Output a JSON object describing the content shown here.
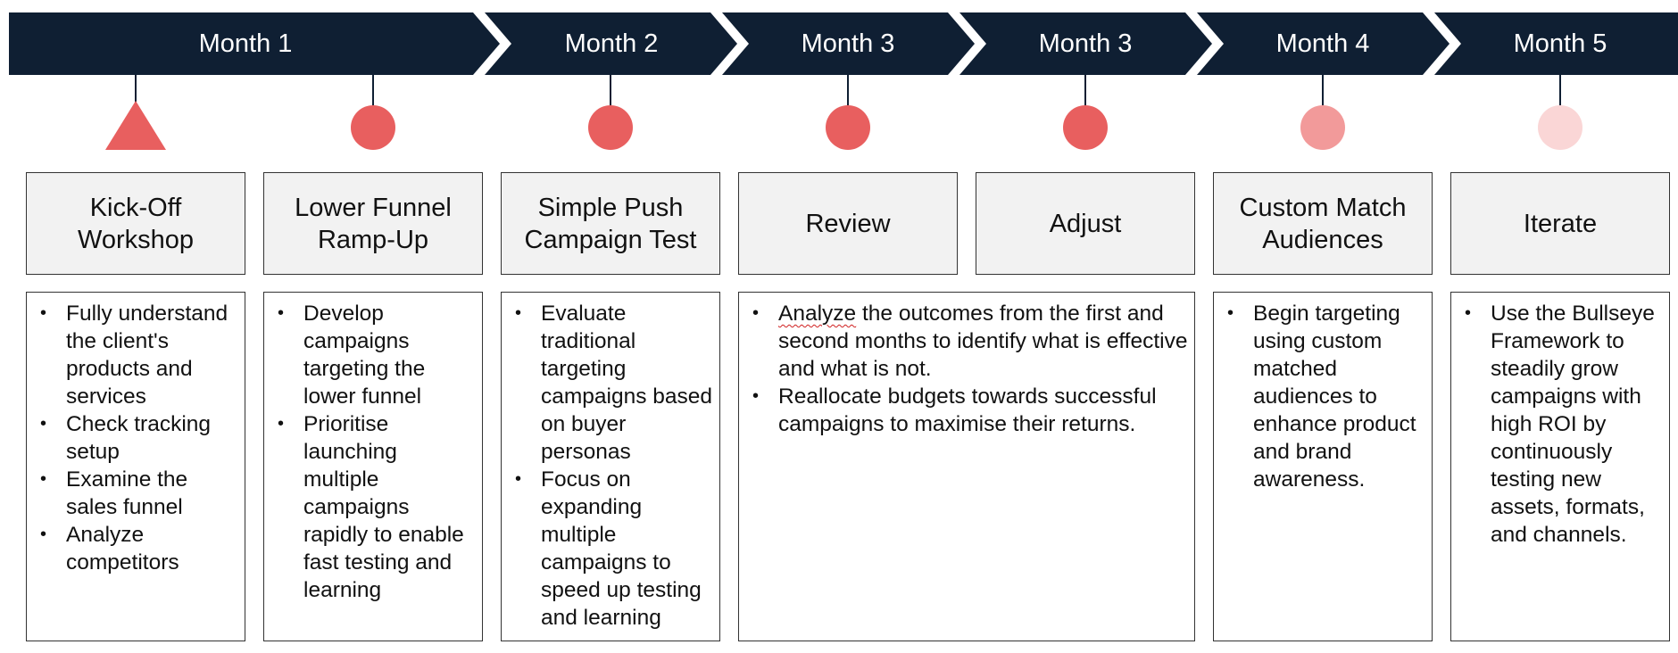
{
  "colors": {
    "banner": "#0f1f33",
    "marker_strong": "#e85f5f",
    "marker_medium": "#f29a9a",
    "marker_light": "#fad6d6",
    "title_box_fill": "#f2f2f2"
  },
  "months": [
    {
      "label": "Month 1"
    },
    {
      "label": "Month 2"
    },
    {
      "label": "Month 3"
    },
    {
      "label": "Month 3"
    },
    {
      "label": "Month 4"
    },
    {
      "label": "Month 5"
    }
  ],
  "phases": [
    {
      "title": "Kick-Off\nWorkshop",
      "marker": "triangle",
      "bullets": [
        "Fully understand the client's products and services",
        "Check tracking setup",
        "Examine the sales funnel",
        "Analyze competitors"
      ]
    },
    {
      "title": "Lower Funnel\nRamp-Up",
      "marker": "circle",
      "bullets": [
        "Develop campaigns targeting the lower funnel",
        "Prioritise launching multiple campaigns rapidly to enable fast testing and learning"
      ]
    },
    {
      "title": "Simple Push\nCampaign Test",
      "marker": "circle",
      "bullets": [
        "Evaluate traditional targeting campaigns based on buyer personas",
        "Focus on expanding multiple campaigns to speed up testing and learning"
      ]
    },
    {
      "title": "Review",
      "marker": "circle"
    },
    {
      "title": "Adjust",
      "marker": "circle"
    },
    {
      "title": "Custom Match\nAudiences",
      "marker": "circle",
      "bullets": [
        "Begin targeting using custom matched audiences to enhance product and brand awareness."
      ]
    },
    {
      "title": "Iterate",
      "marker": "circle",
      "bullets": [
        "Use the Bullseye Framework to steadily grow campaigns with high ROI by continuously testing new assets, formats, and channels."
      ]
    }
  ],
  "review_adjust_notes": {
    "bullet1_word": "Analyze",
    "bullet1_rest": " the outcomes from the first and second months to identify what is effective and what is not.",
    "bullet2": "Reallocate budgets towards successful campaigns to maximise their returns."
  }
}
